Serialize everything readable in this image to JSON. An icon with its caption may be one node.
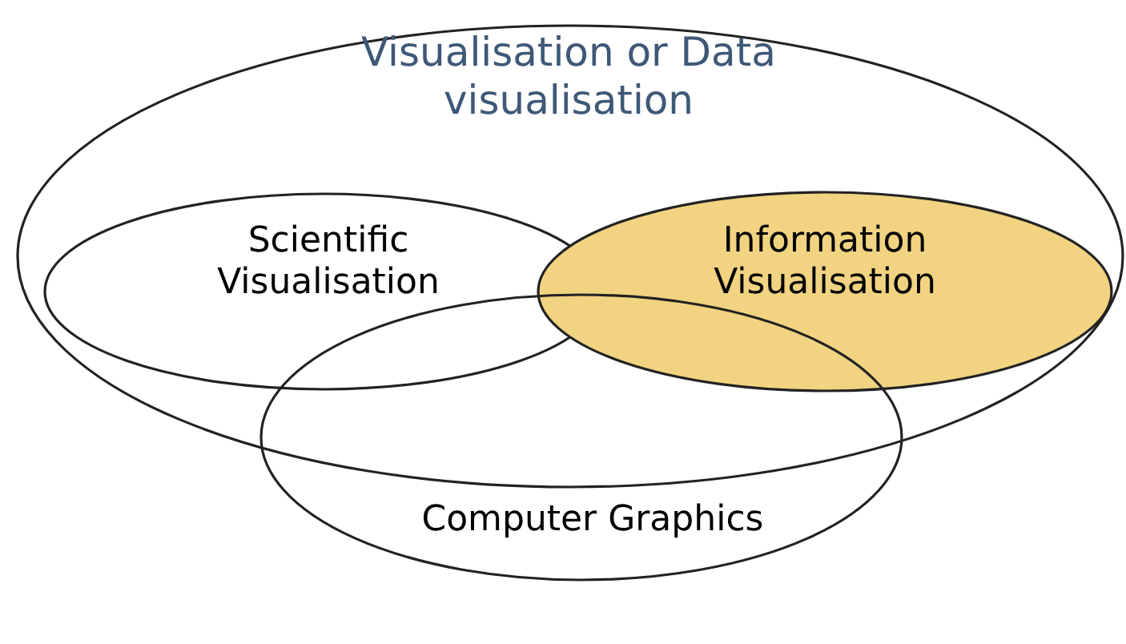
{
  "diagram": {
    "nodes": [
      {
        "text": [
          "Visualisation or Data visualisation"
        ]
      },
      {
        "text": [
          "Scientific Visualisation"
        ],
        "in": 0
      },
      {
        "text": [
          "Information Visualisation"
        ],
        "in": 0
      },
      {
        "text": [
          "Computer Graphics"
        ]
      }
    ]
  }
}
